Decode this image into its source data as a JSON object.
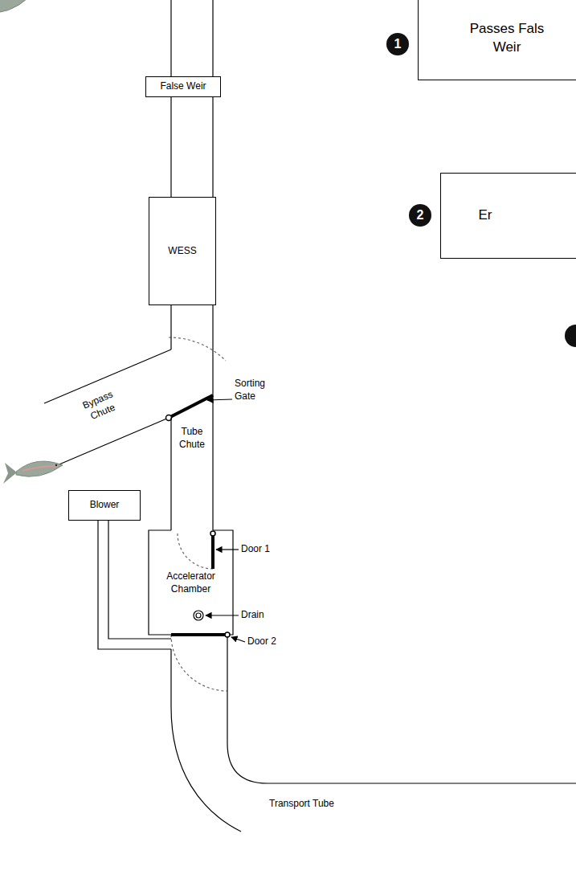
{
  "diagram": {
    "nodes": [
      {
        "text": [
          "Passes Fals Weir"
        ]
      },
      {
        "text": [
          "Er"
        ]
      },
      {
        "text": [
          "False Weir"
        ]
      },
      {
        "text": [
          "WESS"
        ]
      },
      {
        "text": [
          "Blower"
        ]
      },
      {
        "text": [
          "Accelerator Chamber"
        ]
      }
    ],
    "edges": [
      {
        "from": 2,
        "to": 3,
        "arrow": "none"
      },
      {
        "from": 3,
        "to": 5,
        "arrow": "none"
      }
    ],
    "labels": [
      "1",
      "2",
      "Bypass Chute",
      "Sorting Gate",
      "Tube Chute",
      "Door 1",
      "Drain",
      "Door 2",
      "Transport Tube"
    ]
  }
}
